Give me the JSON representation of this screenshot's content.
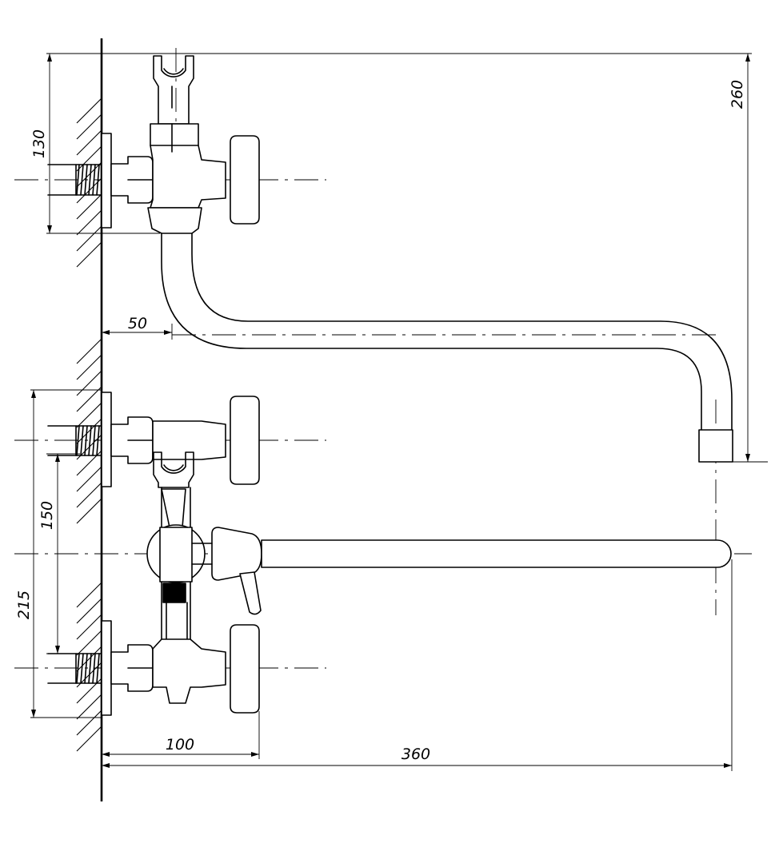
{
  "dimensions": {
    "d260": "260",
    "d130": "130",
    "d50": "50",
    "d150": "150",
    "d215": "215",
    "d100": "100",
    "d360": "360"
  }
}
